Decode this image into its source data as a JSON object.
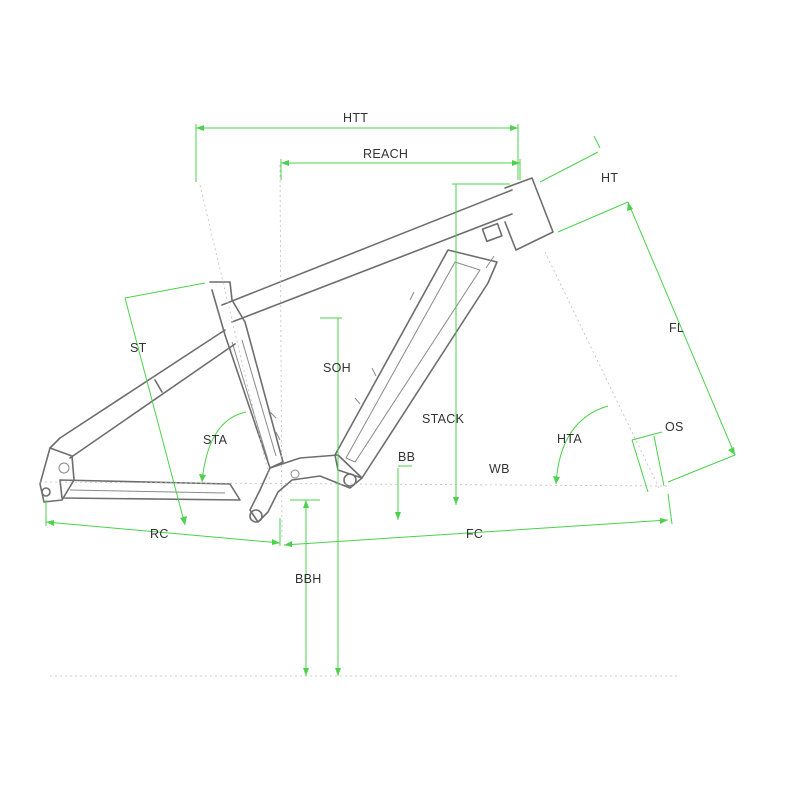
{
  "labels": {
    "htt": "HTT",
    "reach": "REACH",
    "ht": "HT",
    "fl": "FL",
    "st": "ST",
    "soh": "SOH",
    "stack": "STACK",
    "sta": "STA",
    "hta": "HTA",
    "os": "OS",
    "bb": "BB",
    "wb": "WB",
    "rc": "RC",
    "fc": "FC",
    "bbh": "BBH"
  },
  "colors": {
    "dimension_line": "#4cd14c",
    "frame_outline": "#6e6e6e",
    "label_text": "#333333"
  }
}
